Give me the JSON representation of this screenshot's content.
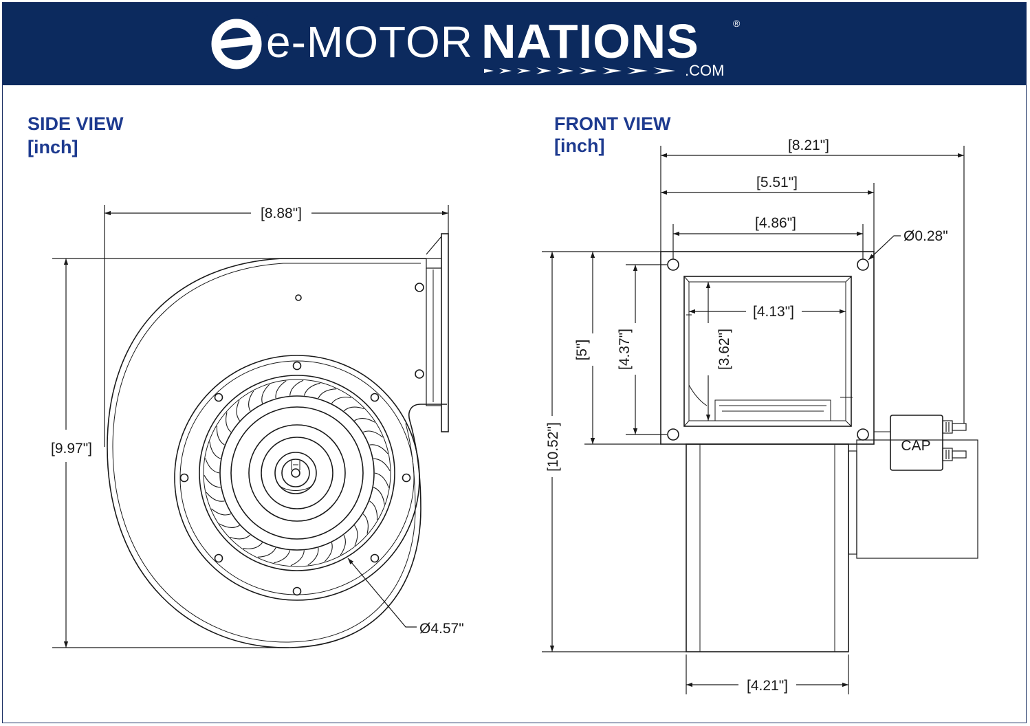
{
  "brand": {
    "e_motor": "e-MOTOR",
    "nations": "NATIONS",
    "registered": "®",
    "domain": ".COM"
  },
  "side_view": {
    "title": "SIDE VIEW",
    "unit": "[inch]",
    "width": "[8.88\"]",
    "height": "[9.97\"]",
    "wheel_diameter": "Ø4.57\""
  },
  "front_view": {
    "title": "FRONT VIEW",
    "unit": "[inch]",
    "overall_width": "[8.21\"]",
    "flange_width": "[5.51\"]",
    "hole_spacing": "[4.86\"]",
    "hole_diameter": "Ø0.28\"",
    "outlet_width": "[4.13\"]",
    "outlet_height": "[3.62\"]",
    "hole_spacing_vertical": "[4.37\"]",
    "flange_height": "[5\"]",
    "overall_height": "[10.52\"]",
    "motor_width": "[4.21\"]",
    "capacitor": "CAP"
  },
  "colors": {
    "header_bg": "#0c2a5e",
    "title_blue": "#1d3a8f",
    "line": "#1a1a1a"
  }
}
